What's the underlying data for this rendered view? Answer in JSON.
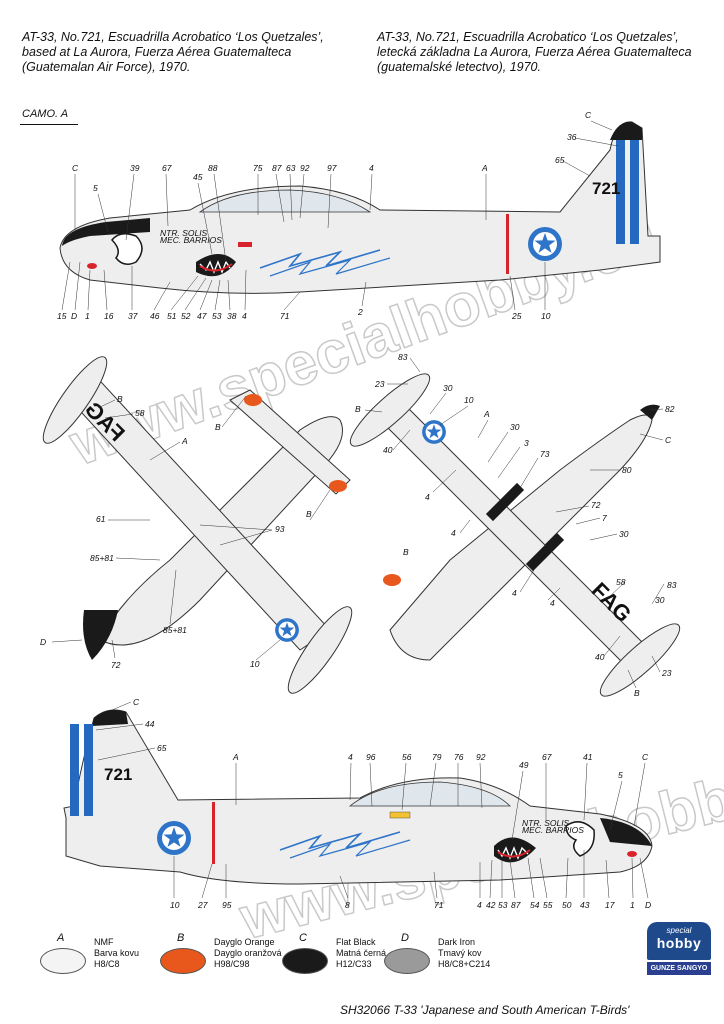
{
  "caption_en": {
    "line1": "AT-33, No.721, Escuadrilla Acrobatico ‘Los Quetzales’,",
    "line2": "based at La Aurora, Fuerza Aérea Guatemalteca",
    "line3": "(Guatemalan Air Force), 1970."
  },
  "caption_cz": {
    "line1": "AT-33, No.721, Escuadrilla Acrobatico ‘Los Quetzales’,",
    "line2": "letecká základna La Aurora, Fuerza Aérea Guatemalteca",
    "line3": "(guatemalské letectvo), 1970."
  },
  "camo_label": "CAMO. A",
  "aircraft": {
    "tail_number": "721",
    "wing_marking": "FAG",
    "nose_text_1": "NTR. SOLIS",
    "nose_text_2": "MEC. BARRIOS"
  },
  "watermark": "www.specialhobby.eu",
  "callouts": {
    "side_top_above": [
      "C",
      "39",
      "67",
      "5",
      "45",
      "88",
      "75",
      "87",
      "63",
      "92",
      "97",
      "4",
      "A",
      "C",
      "36",
      "65"
    ],
    "side_top_below": [
      "15",
      "D",
      "1",
      "16",
      "37",
      "46",
      "51",
      "52",
      "47",
      "53",
      "38",
      "4",
      "71",
      "2",
      "25",
      "10"
    ],
    "plan_left": [
      "B",
      "58",
      "A",
      "61",
      "93",
      "85+81",
      "85+81",
      "D",
      "72",
      "B",
      "10",
      "B"
    ],
    "plan_right": [
      "83",
      "23",
      "30",
      "B",
      "10",
      "A",
      "40",
      "30",
      "3",
      "73",
      "4",
      "80",
      "82",
      "C",
      "72",
      "4",
      "7",
      "30",
      "B",
      "4",
      "58",
      "83",
      "30",
      "40",
      "B",
      "23",
      "4"
    ],
    "side_bottom_above": [
      "C",
      "44",
      "65",
      "A",
      "4",
      "96",
      "56",
      "79",
      "76",
      "92",
      "49",
      "67",
      "41",
      "C",
      "5"
    ],
    "side_bottom_below": [
      "10",
      "27",
      "95",
      "8",
      "71",
      "4",
      "42",
      "53",
      "87",
      "54",
      "55",
      "50",
      "43",
      "17",
      "1",
      "D"
    ]
  },
  "legend": [
    {
      "letter": "A",
      "line1": "NMF",
      "line2": "Barva kovu",
      "line3": "H8/C8",
      "color": "#f4f4f4"
    },
    {
      "letter": "B",
      "line1": "Dayglo Orange",
      "line2": "Dayglo oranžová",
      "line3": "H98/C98",
      "color": "#e8581c"
    },
    {
      "letter": "C",
      "line1": "Flat Black",
      "line2": "Matná černá",
      "line3": "H12/C33",
      "color": "#1a1a1a"
    },
    {
      "letter": "D",
      "line1": "Dark Iron",
      "line2": "Tmavý kov",
      "line3": "H8/C8+C214",
      "color": "#9a9a9a"
    }
  ],
  "brand": {
    "line1": "special",
    "line2": "hobby",
    "line3": "GUNZE SANGYO"
  },
  "footer": "SH32066  T-33 'Japanese and South American T-Birds'",
  "colors": {
    "roundel_blue": "#2e74c8",
    "tail_blue": "#2468c0",
    "orange": "#e8581c",
    "black": "#1a1a1a",
    "red": "#d8232a"
  }
}
